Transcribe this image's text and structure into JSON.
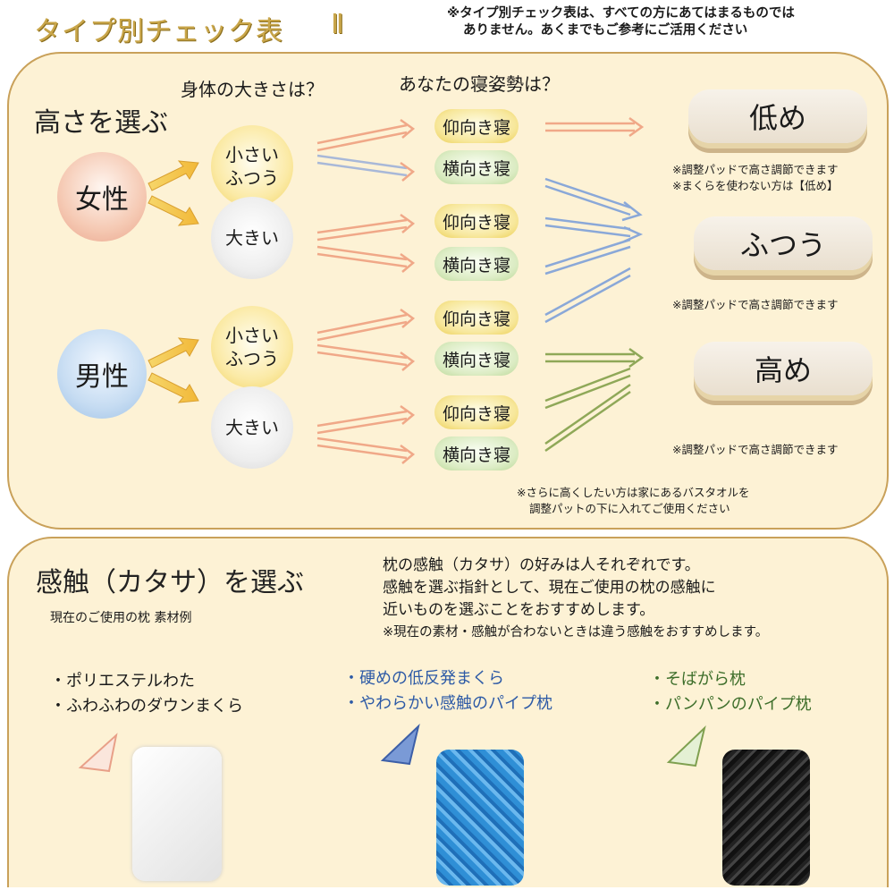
{
  "header": {
    "title": "タイプ別チェック表",
    "roman": "Ⅱ",
    "note_line1": "※タイプ別チェック表は、すべての方にあてはまるものでは",
    "note_line2": "ありません。あくまでもご参考にご活用ください"
  },
  "height_section": {
    "heading": "高さを選ぶ",
    "q_body": "身体の大きさは？",
    "q_posture": "あなたの寝姿勢は？",
    "female": "女性",
    "male": "男性",
    "size_small_1": "小さい",
    "size_small_2": "ふつう",
    "size_big": "大きい",
    "posture_up": "仰向き寝",
    "posture_side": "横向き寝",
    "pillow_low": "低め",
    "pillow_normal": "ふつう",
    "pillow_high": "高め",
    "low_note1": "※調整パッドで高さ調節できます",
    "low_note2": "※まくらを使わない方は【低め】",
    "normal_note": "※調整パッドで高さ調節できます",
    "high_note": "※調整パッドで高さ調節できます",
    "bottom_note1": "※さらに高くしたい方は家にあるバスタオルを",
    "bottom_note2": "調整パットの下に入れてご使用ください"
  },
  "firmness_section": {
    "heading": "感触（カタサ）を選ぶ",
    "sub": "現在のご使用の枕 素材例",
    "desc1": "枕の感触（カタサ）の好みは人それぞれです。",
    "desc2": "感触を選ぶ指針として、現在ご使用の枕の感触に",
    "desc3": "近いものを選ぶことをおすすめします。",
    "desc4": "※現在の素材・感触が合わないときは違う感触をおすすめします。",
    "col1": [
      "・ポリエステルわた",
      "・ふわふわのダウンまくら"
    ],
    "col2": [
      "・硬めの低反発まくら",
      "・やわらかい感触のパイプ枕"
    ],
    "col3": [
      "・そばがら枕",
      "・パンパンのパイプ枕"
    ]
  },
  "colors": {
    "panel_bg": "#fdf2d5",
    "panel_border": "#c9a15a",
    "arrow_female": "#f0a070",
    "arrow_blue": "#8aa8d8",
    "arrow_green": "#8fa858"
  }
}
